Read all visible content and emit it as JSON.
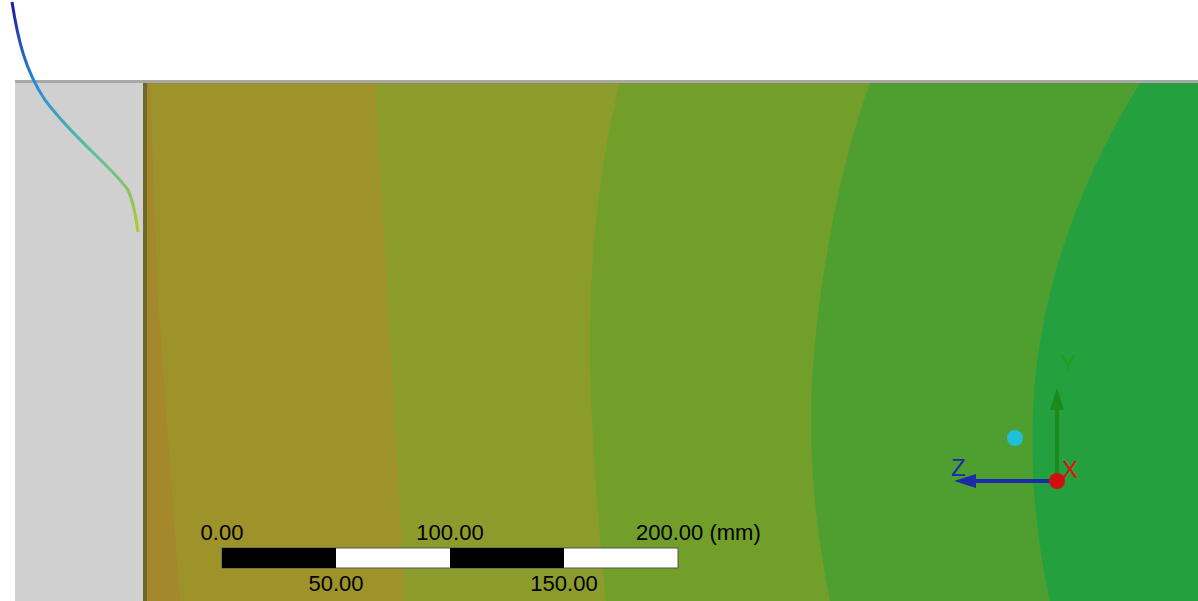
{
  "diagram": {
    "labels": [
      "0.00",
      "100.00",
      "200.00 (mm)",
      "50.00",
      "150.00",
      "Y",
      "Z",
      "X"
    ]
  }
}
